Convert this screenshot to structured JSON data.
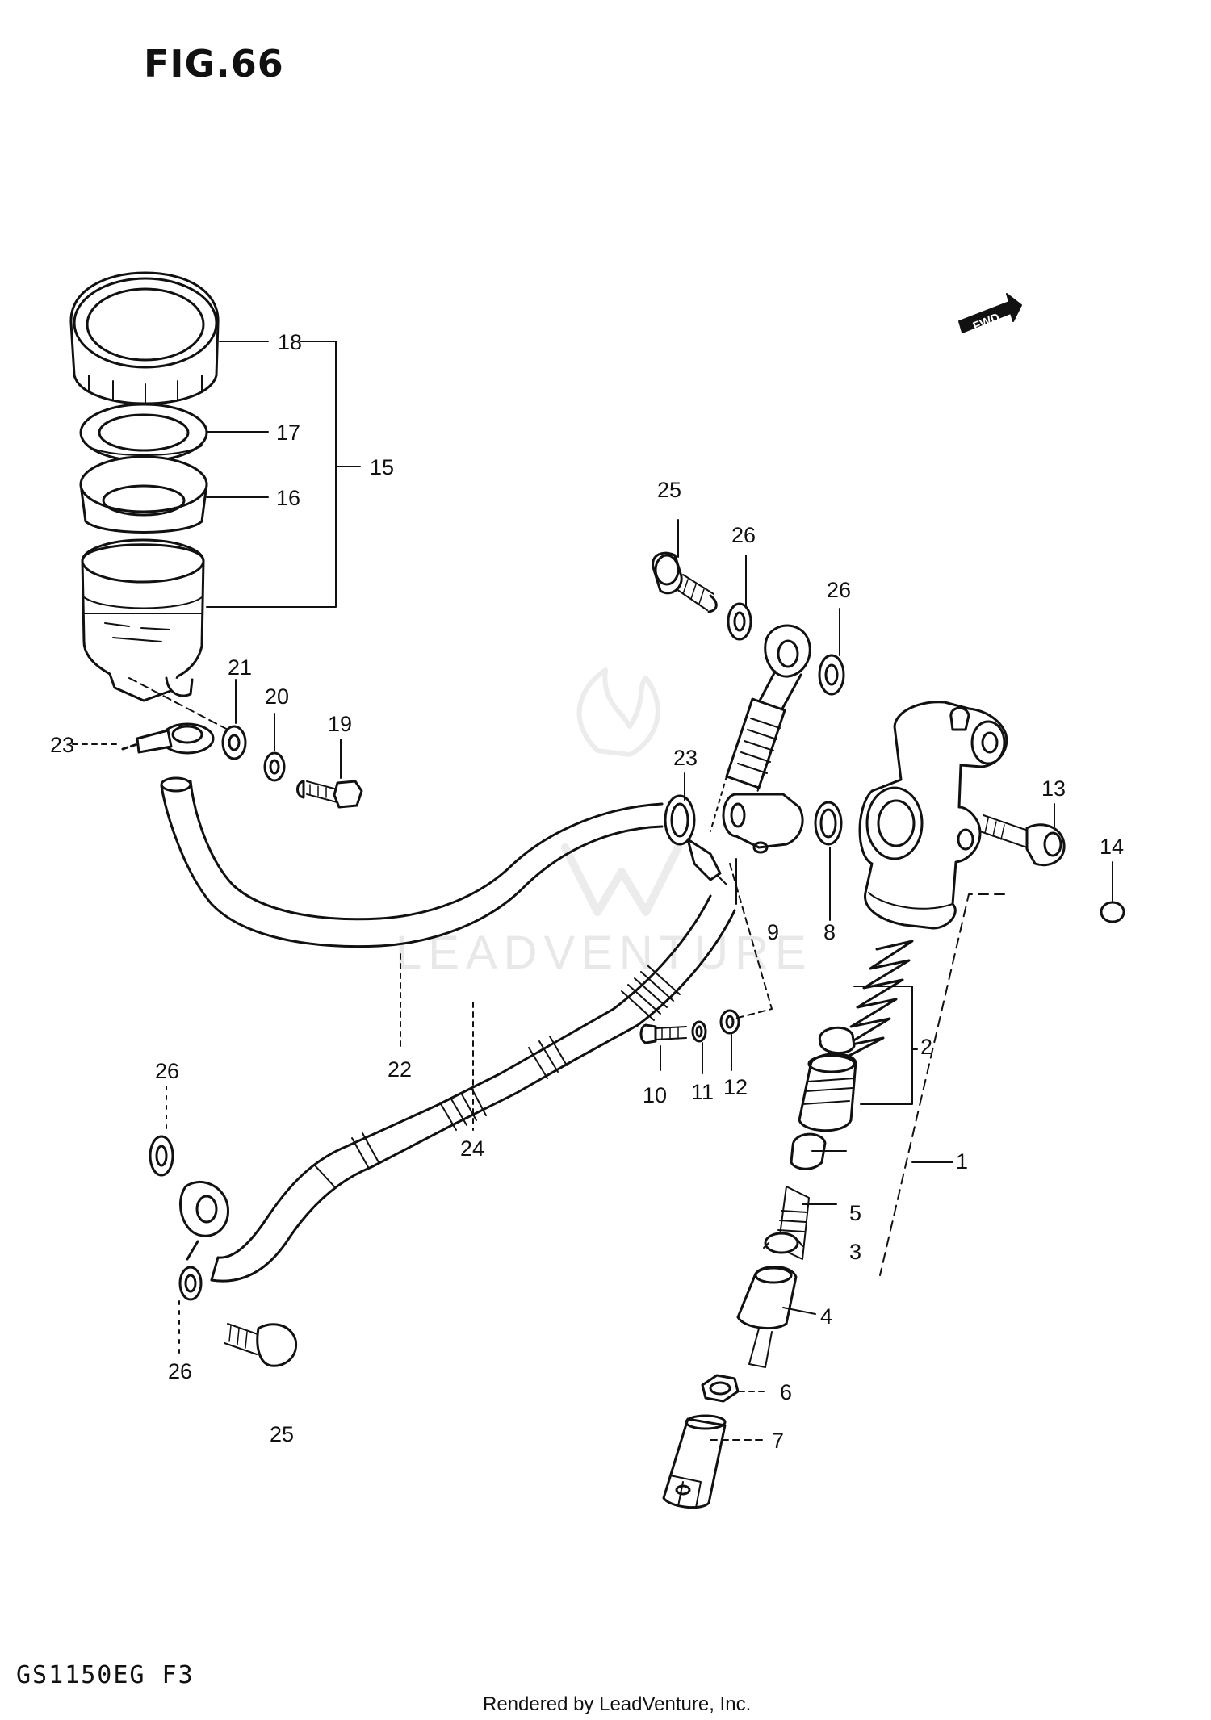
{
  "figure": {
    "title": "FIG.66",
    "model_code": "GS1150EG F3",
    "watermark": "LEADVENTURE",
    "credit": "Rendered by LeadVenture, Inc.",
    "fwd_label": "FWD"
  },
  "callouts": {
    "c1": "1",
    "c2": "2",
    "c3": "3",
    "c4": "4",
    "c5": "5",
    "c6": "6",
    "c7": "7",
    "c8": "8",
    "c9": "9",
    "c10": "10",
    "c11": "11",
    "c12": "12",
    "c13": "13",
    "c14": "14",
    "c15": "15",
    "c16": "16",
    "c17": "17",
    "c18": "18",
    "c19": "19",
    "c20": "20",
    "c21": "21",
    "c22": "22",
    "c23a": "23",
    "c23b": "23",
    "c24": "24",
    "c25a": "25",
    "c25b": "25",
    "c26a": "26",
    "c26b": "26",
    "c26c": "26",
    "c26d": "26"
  }
}
